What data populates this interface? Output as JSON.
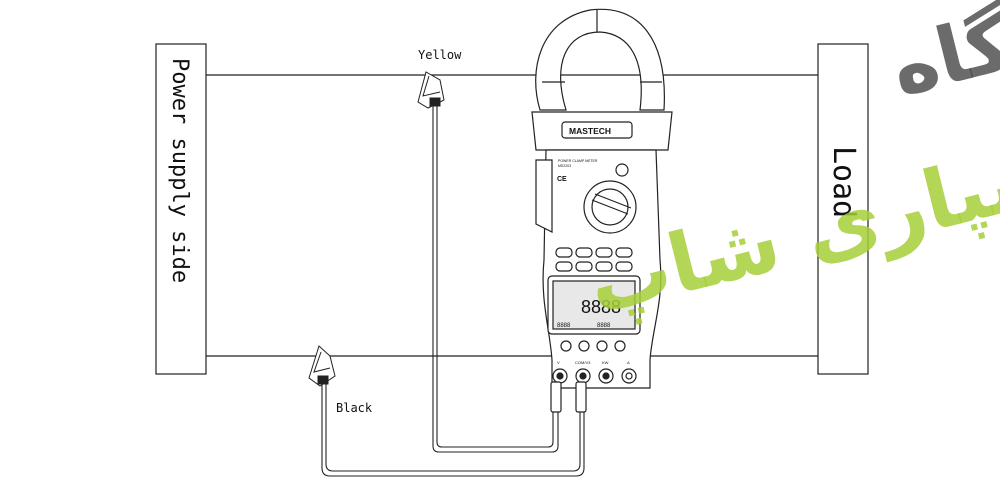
{
  "labels": {
    "power_supply_side": "Power supply side",
    "load": "Load",
    "yellow": "Yellow",
    "black": "Black"
  },
  "meter": {
    "brand": "MASTECH",
    "model_line1": "POWER CLAMP METER",
    "model_line2": "MS2203",
    "ce_mark": "CE",
    "display_digits": "8888",
    "display_small_left": "8888",
    "display_small_right": "8888",
    "jack_v": "V",
    "jack_com": "COM/V3",
    "jack_a": "A",
    "jack_kw": "KW"
  },
  "watermark": {
    "line1": "فروشگاه",
    "line2": "سپاری شاپ",
    "line1_color": "#4a4a4a",
    "line2_color": "#a6cf3a"
  },
  "colors": {
    "line": "#222222",
    "meter_fill": "#ffffff",
    "display_fill": "#e8e8e8"
  }
}
